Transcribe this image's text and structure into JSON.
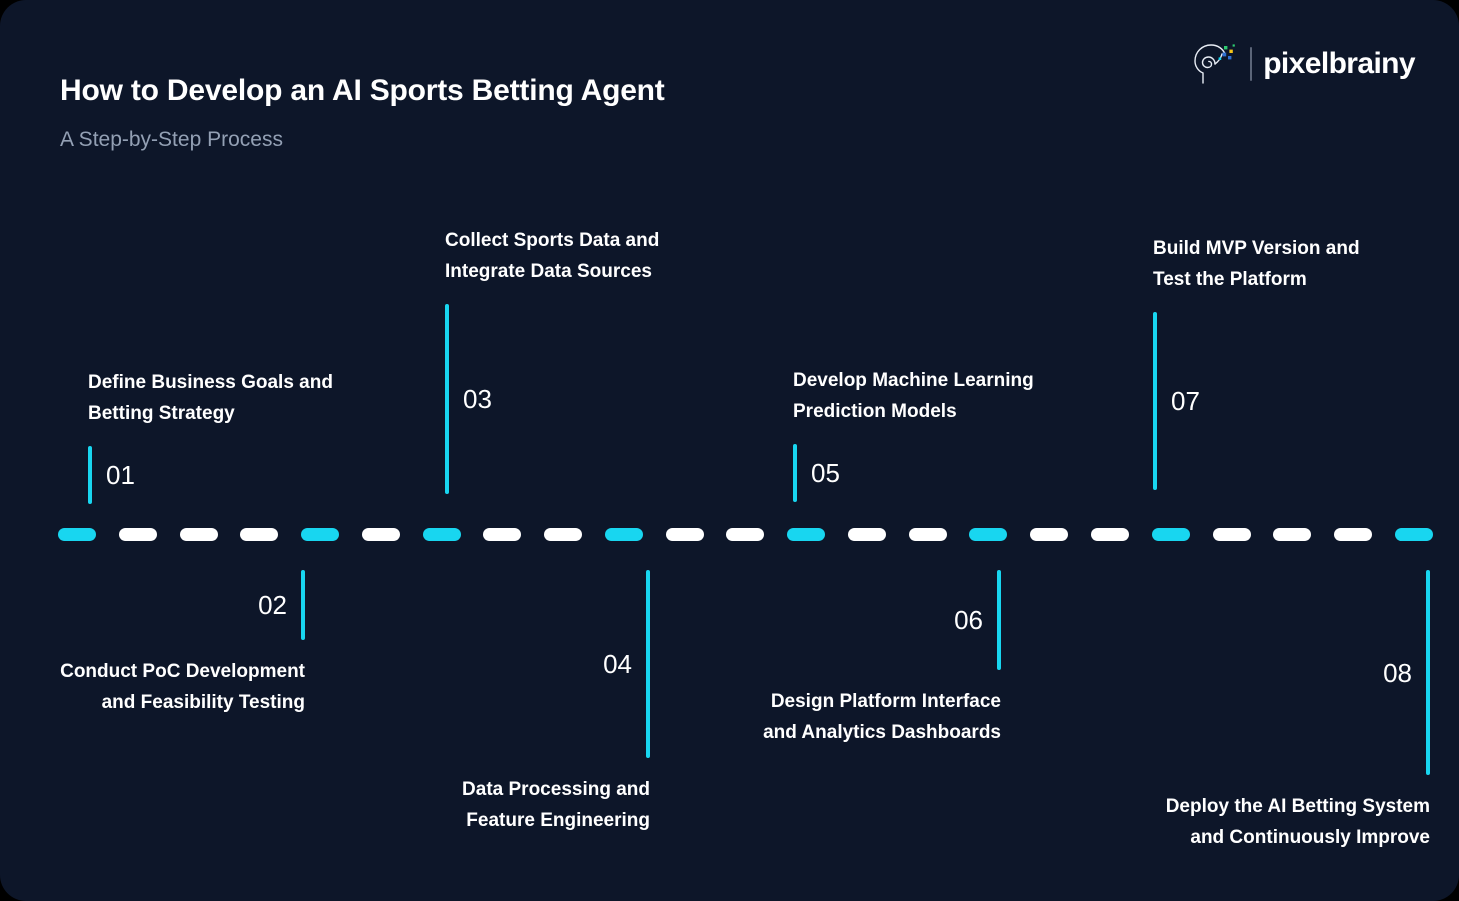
{
  "header": {
    "title": "How to Develop an AI Sports Betting Agent",
    "subtitle": "A Step-by-Step Process"
  },
  "logo": {
    "brand": "pixelbrainy",
    "mark_icon": "brain-head-icon",
    "divider": "logo-divider",
    "colors": {
      "accent_cyan": "#18d6f0",
      "green_pixel": "#2ecc71",
      "blue_pixel": "#2f6fd0",
      "yellow_pixel": "#f5c518",
      "cyan_pixel": "#18d6f0",
      "outline": "#e8edf5"
    }
  },
  "theme": {
    "background": "#0d1629",
    "accent": "#18d6f0",
    "text_primary": "#ffffff",
    "text_secondary": "#93a0b4",
    "dash_white": "#ffffff"
  },
  "timeline": {
    "dash_count": 23,
    "dashes": [
      "cyan",
      "white",
      "white",
      "white",
      "cyan",
      "white",
      "cyan",
      "white",
      "white",
      "cyan",
      "white",
      "white",
      "cyan",
      "white",
      "white",
      "cyan",
      "white",
      "white",
      "cyan",
      "white",
      "white",
      "white",
      "cyan"
    ]
  },
  "steps": [
    {
      "number": "01",
      "title": "Define Business Goals and\nBetting Strategy",
      "position": "top",
      "align": "left"
    },
    {
      "number": "02",
      "title": "Conduct PoC Development\nand Feasibility Testing",
      "position": "bottom",
      "align": "right"
    },
    {
      "number": "03",
      "title": "Collect Sports Data and\nIntegrate Data Sources",
      "position": "top",
      "align": "left"
    },
    {
      "number": "04",
      "title": "Data Processing and\nFeature Engineering",
      "position": "bottom",
      "align": "right"
    },
    {
      "number": "05",
      "title": "Develop Machine Learning\nPrediction Models",
      "position": "top",
      "align": "left"
    },
    {
      "number": "06",
      "title": "Design Platform Interface\nand Analytics Dashboards",
      "position": "bottom",
      "align": "right"
    },
    {
      "number": "07",
      "title": "Build MVP Version and\nTest the Platform",
      "position": "top",
      "align": "left"
    },
    {
      "number": "08",
      "title": "Deploy the AI Betting System\nand Continuously Improve",
      "position": "bottom",
      "align": "right"
    }
  ]
}
